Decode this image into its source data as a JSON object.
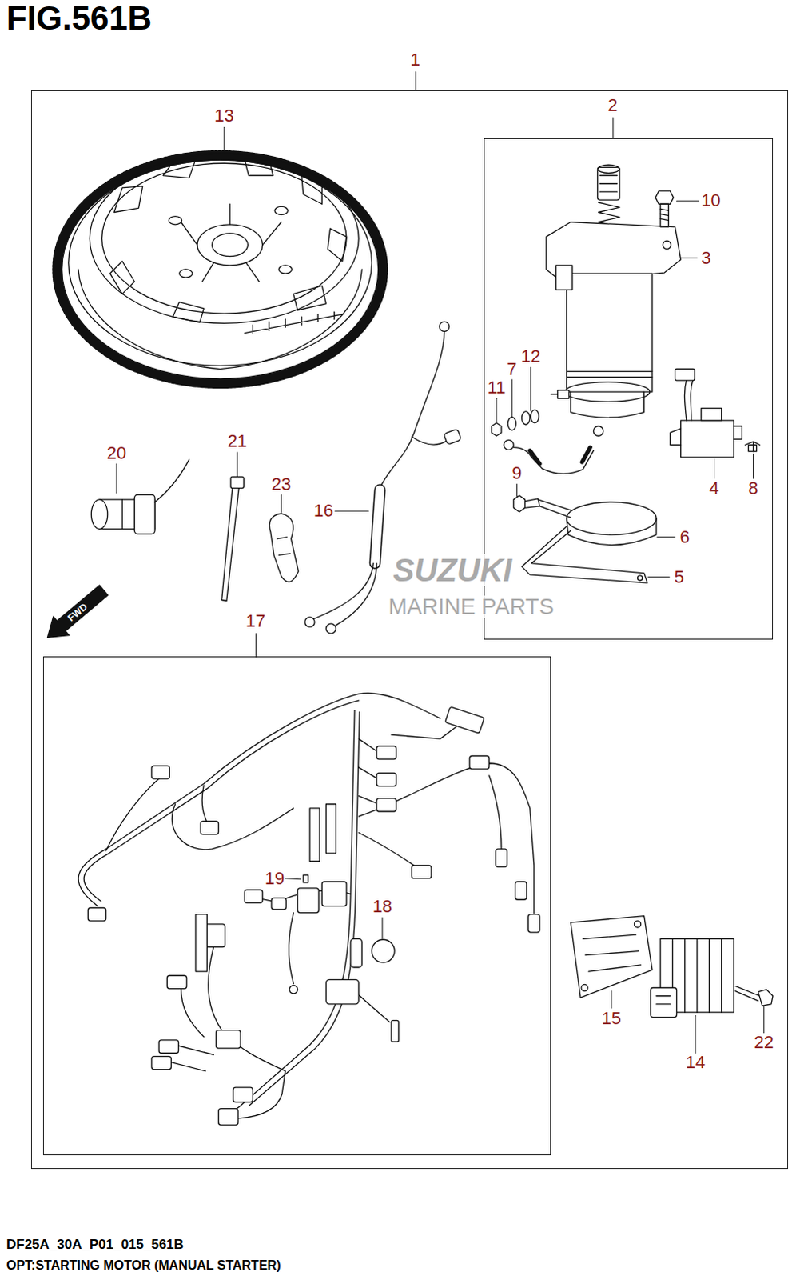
{
  "diagram": {
    "title": "FIG.561B",
    "caption": "OPT:STARTING MOTOR (MANUAL STARTER)",
    "nodes": [
      {
        "text": [
          "1"
        ]
      },
      {
        "text": [
          "2"
        ],
        "in": 0
      },
      {
        "text": [
          "17"
        ],
        "in": 0
      }
    ],
    "labels": [
      "13",
      "10",
      "3",
      "12",
      "7",
      "11",
      "20",
      "21",
      "23",
      "16",
      "9",
      "4",
      "8",
      "6",
      "5",
      "SUZUKI",
      "MARINE PARTS",
      "FWD",
      "19",
      "18",
      "15",
      "14",
      "22",
      "DF25A_30A_P01_015_561B"
    ]
  }
}
